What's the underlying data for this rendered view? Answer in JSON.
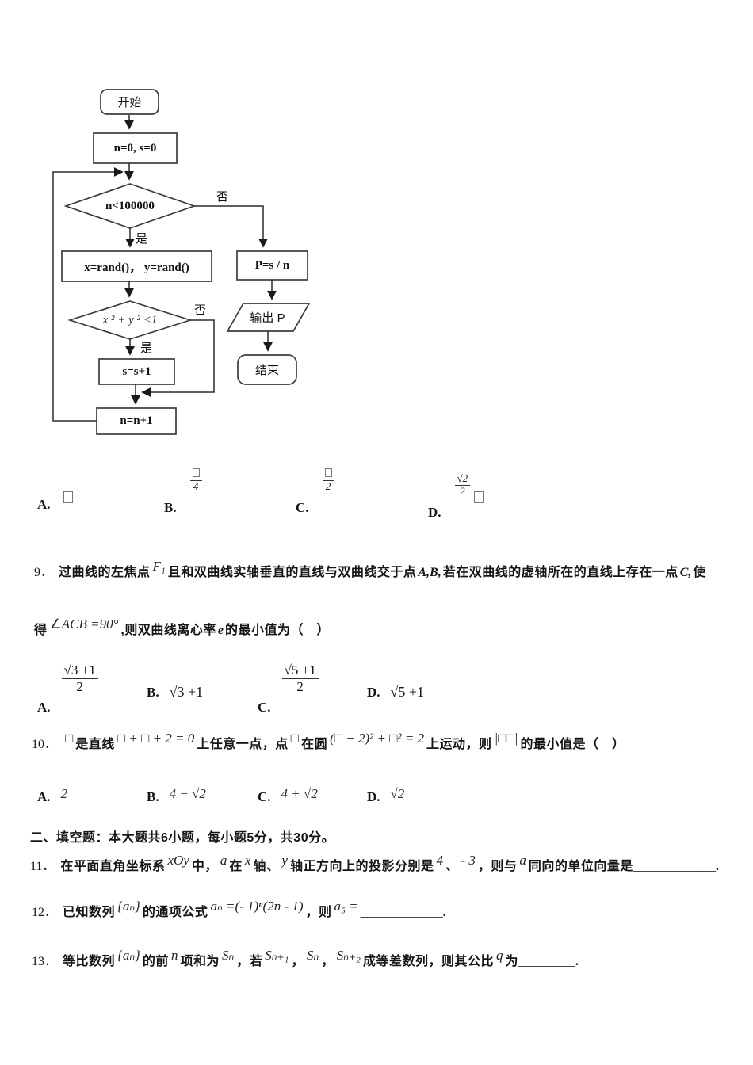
{
  "flowchart": {
    "start": "开始",
    "init": "n=0, s=0",
    "cond1": "n<100000",
    "cond1_yes": "是",
    "cond1_no": "否",
    "rand": "x=rand()，  y=rand()",
    "cond2": "x ² + y ² <1",
    "cond2_yes": "是",
    "cond2_no": "否",
    "sbox": "s=s+1",
    "nbox": "n=n+1",
    "pbox": "P=s / n",
    "output": "输出 P",
    "end": "结束"
  },
  "q8_options": [
    {
      "label": "A."
    },
    {
      "label": "B.",
      "den": "4"
    },
    {
      "label": "C.",
      "den": "2"
    },
    {
      "label": "D.",
      "num": "√2",
      "den": "2"
    }
  ],
  "q9": {
    "number": "9．",
    "t1": "过曲线的左焦点",
    "f1": "F₁",
    "t2": "且和双曲线实轴垂直的直线与双曲线交于点",
    "ab": "A,B,",
    "t3": "若在双曲线的虚轴所在的直线上存在一点",
    "c": "C,",
    "t4": "使",
    "l2_pre": "得",
    "angle": "∠ACB =90°",
    "l2_mid": ",则双曲线离心率",
    "e": "e",
    "l2_post": "的最小值为（　）"
  },
  "q9_options": [
    {
      "label": "A.",
      "num": "√3 +1",
      "den": "2"
    },
    {
      "label": "B.",
      "text": "√3 +1"
    },
    {
      "label": "C.",
      "num": "√5 +1",
      "den": "2"
    },
    {
      "label": "D.",
      "text": "√5 +1"
    }
  ],
  "q10": {
    "number": "10．",
    "m1": "□",
    "t1": "是直线",
    "m2": "□ + □ + 2 = 0",
    "t2": "上任意一点，点",
    "m3": "□",
    "t3": "在圆",
    "m4": "(□ − 2)² + □² = 2",
    "t4": "上运动，则",
    "m5": "|□□|",
    "t5": "的最小值是（　）"
  },
  "q10_options": [
    {
      "label": "A.",
      "text": "2"
    },
    {
      "label": "B.",
      "text": "4 − √2"
    },
    {
      "label": "C.",
      "text": "4 + √2"
    },
    {
      "label": "D.",
      "text": "√2"
    }
  ],
  "section2": "二、填空题：本大题共6小题，每小题5分，共30分。",
  "q11": {
    "number": "11．",
    "t1": "在平面直角坐标系",
    "m1": "xOy",
    "t2": "中，",
    "m2": "a",
    "t3": "在",
    "m3": "x",
    "t4": "轴、",
    "m4": "y",
    "t5": "轴正方向上的投影分别是",
    "m5": "4",
    "t6": "、",
    "m6": "- 3",
    "t7": "，则与",
    "m7": "a",
    "t8": "同向的单位向量是",
    "blank": "_____________",
    "t9": "."
  },
  "q12": {
    "number": "12．",
    "t1": "已知数列",
    "m1": "{aₙ}",
    "t2": "的通项公式",
    "m2": "aₙ =(- 1)ⁿ(2n - 1)",
    "t3": "，则",
    "m3": "a₅ =",
    "blank": "_____________",
    "t4": "."
  },
  "q13": {
    "number": "13．",
    "t1": "等比数列",
    "m1": "{aₙ}",
    "t2": "的前",
    "m2": "n",
    "t3": "项和为",
    "m3": "Sₙ",
    "t4": "，若",
    "m4": "Sₙ₊₁",
    "t5": "，",
    "m5": "Sₙ",
    "t6": "，",
    "m6": "Sₙ₊₂",
    "t7": "成等差数列，则其公比",
    "m7": "q",
    "t8": "为",
    "blank": "_________",
    "t9": "."
  }
}
